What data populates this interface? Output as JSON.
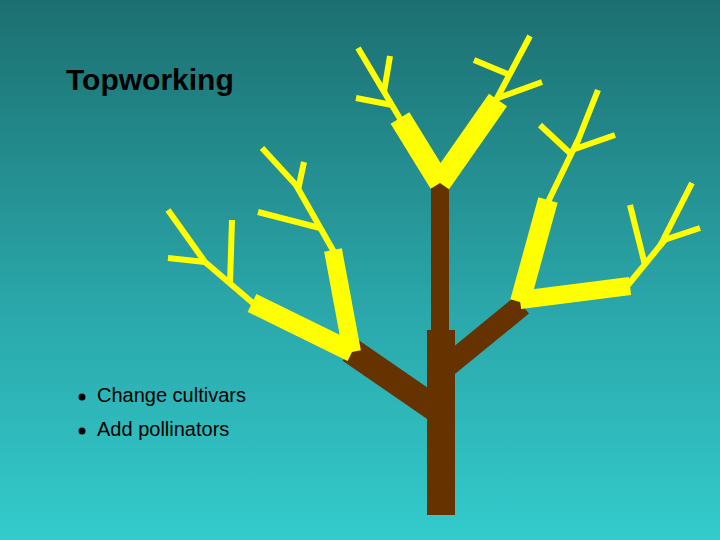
{
  "diagram": {
    "title": "Topworking",
    "labels": [
      "Change cultivars",
      "Add pollinators"
    ]
  }
}
